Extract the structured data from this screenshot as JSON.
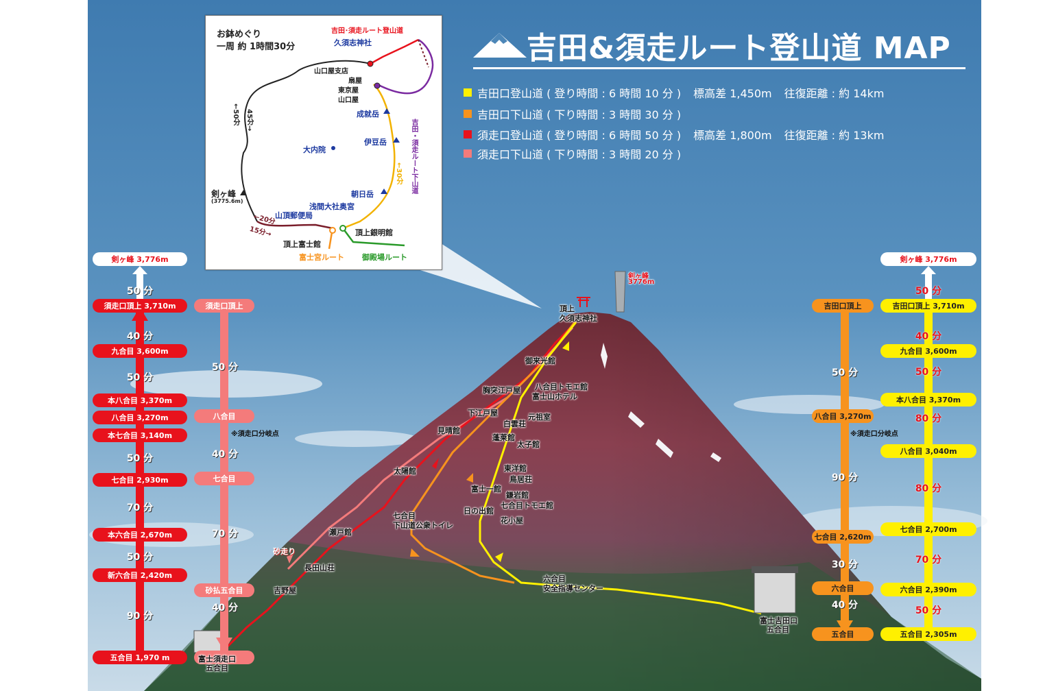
{
  "title": {
    "text": "吉田&須走ルート登山道 MAP"
  },
  "colors": {
    "yoshida_up": "#fff000",
    "yoshida_down": "#f7931e",
    "subashiri_up": "#e8121c",
    "subashiri_down": "#f47b7b",
    "sky": "#4d87b8"
  },
  "legend": [
    {
      "color": "#fff000",
      "label": "吉田口登山道 ( 登り時間 : 6 時間 10 分 )",
      "diff": "標高差 1,450m",
      "dist": "往復距離 : 約 14km"
    },
    {
      "color": "#f7931e",
      "label": "吉田口下山道 ( 下り時間 : 3 時間 30 分 )",
      "diff": "",
      "dist": ""
    },
    {
      "color": "#e8121c",
      "label": "須走口登山道 ( 登り時間 : 6 時間 50 分 )",
      "diff": "標高差 1,800m",
      "dist": "往復距離 : 約 13km"
    },
    {
      "color": "#f47b7b",
      "label": "須走口下山道 ( 下り時間 : 3 時間 20 分 )",
      "diff": "",
      "dist": ""
    }
  ],
  "inset": {
    "title1": "お鉢めぐり",
    "title2": "一周 約 1時間30分",
    "labels": {
      "route_red": "吉田･須走ルート登山道",
      "kusushi": "久須志神社",
      "yamaguchi_shiten": "山口屋支店",
      "ogiya": "扇屋",
      "tokyoya": "東京屋",
      "yamaguchiya": "山口屋",
      "jojudake": "成就岳",
      "izudake": "伊豆岳",
      "daiin": "大内院",
      "asahidake": "朝日岳",
      "kengamine": "剣ヶ峰",
      "kengamine_alt": "(3775.6m)",
      "sengen": "浅間大社奥宮",
      "post": "山頂郵便局",
      "fujikan": "頂上富士館",
      "ginmeikan": "頂上銀明館",
      "fujinomiya": "富士宮ルート",
      "gotemba": "御殿場ルート",
      "route_purple": "吉田・須走ルート下山道",
      "t50": "←50分",
      "t45": "45分→",
      "t30": "←30分",
      "t20": "←20分",
      "t15": "15分→"
    }
  },
  "subashiri_up": {
    "summit": "剣ヶ峰 3,776m",
    "stations": [
      "須走口頂上 3,710m",
      "九合目 3,600m",
      "本八合目 3,370m",
      "八合目 3,270m",
      "本七合目 3,140m",
      "七合目 2,930m",
      "本六合目 2,670m",
      "新六合目 2,420m",
      "五合目 1,970 m"
    ],
    "durations": [
      "50 分",
      "40 分",
      "50 分",
      "50 分",
      "70 分",
      "50 分",
      "90 分"
    ]
  },
  "subashiri_down": {
    "stations": [
      "須走口頂上",
      "八合目",
      "七合目",
      "砂払五合目"
    ],
    "durations": [
      "50 分",
      "40 分",
      "70 分",
      "40 分"
    ],
    "note": "※須走口分岐点"
  },
  "yoshida_down": {
    "stations": [
      "吉田口頂上",
      "八合目 3,270m",
      "七合目 2,620m",
      "六合目",
      "五合目"
    ],
    "durations": [
      "50 分",
      "90 分",
      "30 分",
      "40 分"
    ],
    "note": "※須走口分岐点"
  },
  "yoshida_up": {
    "summit": "剣ヶ峰 3,776m",
    "stations": [
      "吉田口頂上 3,710m",
      "九合目 3,600m",
      "本八合目 3,370m",
      "八合目 3,040m",
      "七合目 2,700m",
      "六合目 2,390m",
      "五合目 2,305m"
    ],
    "durations": [
      "50 分",
      "40 分",
      "50 分",
      "80 分",
      "80 分",
      "70 分",
      "50 分"
    ]
  },
  "mountain_labels": {
    "kengamine": "剣ヶ峰",
    "kengamine_alt": "3776m",
    "kusushi1": "頂上",
    "kusushi2": "久須志神社",
    "goraikoukan": "御来光館",
    "hachigome_tomoe": "八合目トモエ館",
    "fujisan_hotel": "富士山ホテル",
    "munatsuki": "胸突江戸屋",
    "shimoedoya": "下江戸屋",
    "hakuunso": "白雲荘",
    "ganso": "元祖室",
    "miharashi": "見晴館",
    "horaikan": "蓬莱館",
    "taishikan": "太子館",
    "taiyokan": "太陽館",
    "toyokan": "東洋館",
    "toriiso": "鳥居荘",
    "fuji_ichikan": "富士一館",
    "kamaiwakan": "鎌岩館",
    "nananome_tomoe": "七合目トモエ館",
    "hinodekan": "日の出館",
    "hanagoya": "花小屋",
    "toilet1": "七合目",
    "toilet2": "下山道公衆トイレ",
    "setokan": "瀬戸館",
    "sunabashiri": "砂走り",
    "nagatasanso": "長田山荘",
    "yoshinoya": "吉野屋",
    "center1": "六合目",
    "center2": "安全指導センター",
    "yoshida_go1": "富士吉田口",
    "yoshida_go2": "五合目",
    "subashiri_go1": "富士須走口",
    "subashiri_go2": "五合目"
  }
}
